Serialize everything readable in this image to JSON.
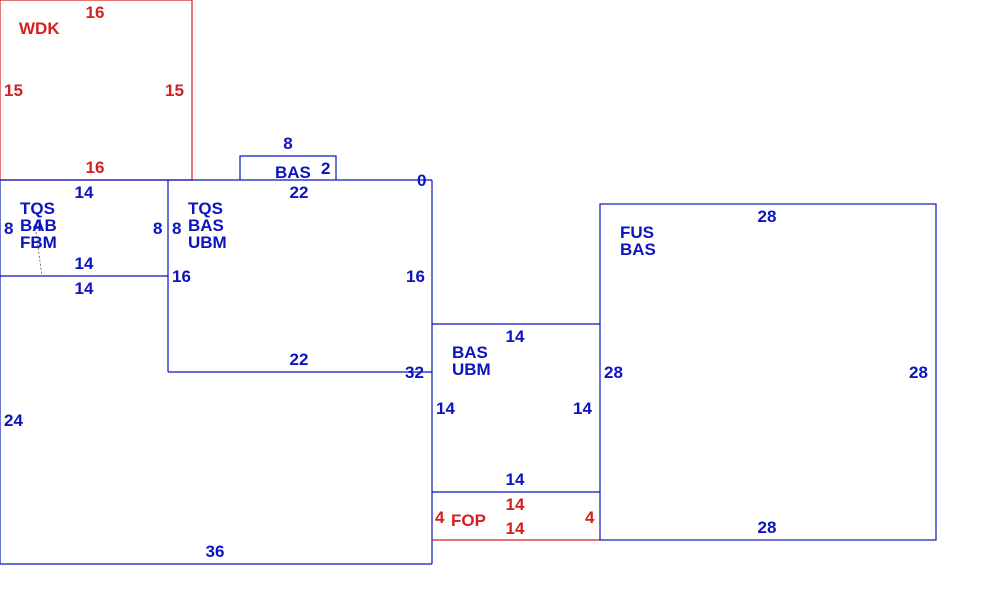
{
  "colors": {
    "blue": "#0c14bf",
    "red": "#d42020",
    "background": "#ffffff"
  },
  "sections": [
    {
      "id": "wdk",
      "color": "red",
      "codes": [
        "WDK"
      ],
      "dims": {
        "top": "16",
        "bottom": "16",
        "left": "15",
        "right": "15"
      }
    },
    {
      "id": "small-area",
      "color": "blue",
      "codes": [
        "TQS",
        "BAB",
        "FBM"
      ],
      "extra_text": [
        "4"
      ],
      "dims": {
        "top": "14",
        "bottom": "14",
        "left": "8",
        "right": "8"
      }
    },
    {
      "id": "bas-bump",
      "color": "blue",
      "codes": [
        "BAS"
      ],
      "dims": {
        "top": "8",
        "right": "2"
      }
    },
    {
      "id": "upper-main",
      "color": "blue",
      "codes": [
        "TQS",
        "BAS",
        "UBM"
      ],
      "dims": {
        "top": "22",
        "bottom": "22",
        "left": "8",
        "left_lower": "16",
        "right": "16",
        "corner": "0"
      }
    },
    {
      "id": "main-body",
      "color": "blue",
      "codes": [],
      "dims": {
        "top": "14",
        "bottom": "36",
        "left": "24",
        "right": "32"
      }
    },
    {
      "id": "bas-ubm",
      "color": "blue",
      "codes": [
        "BAS",
        "UBM"
      ],
      "dims": {
        "top": "14",
        "bottom": "14",
        "left": "14",
        "right": "14"
      }
    },
    {
      "id": "fop",
      "color": "red",
      "codes": [
        "FOP"
      ],
      "dims": {
        "top": "14",
        "bottom": "14",
        "left": "4",
        "right": "4"
      }
    },
    {
      "id": "fus-bas",
      "color": "blue",
      "codes": [
        "FUS",
        "BAS"
      ],
      "dims": {
        "top": "28",
        "bottom": "28",
        "left": "28",
        "right": "28"
      }
    }
  ]
}
